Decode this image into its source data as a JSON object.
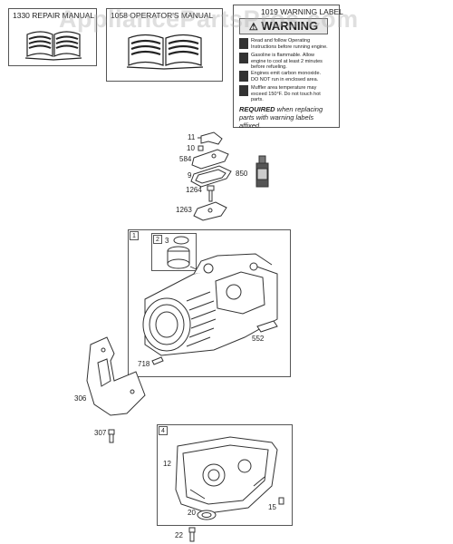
{
  "watermark": "AppliancePartsPros.com",
  "manual_boxes": [
    {
      "number": "1330",
      "title": "REPAIR MANUAL"
    },
    {
      "number": "1058",
      "title": "OPERATOR'S MANUAL"
    }
  ],
  "warning_label": {
    "number": "1019",
    "title": "WARNING LABEL",
    "header": "WARNING",
    "rows": [
      "Read and follow Operating Instructions before running engine.",
      "Gasoline is flammable. Allow engine to cool at least 2 minutes before refueling.",
      "Engines emit carbon monoxide. DO NOT run in enclosed area.",
      "Muffler area temperature may exceed 150°F. Do not touch hot parts."
    ],
    "required_bold": "REQUIRED",
    "required_text": " when replacing parts with warning labels affixed."
  },
  "parts": [
    {
      "id": "11",
      "label": "11"
    },
    {
      "id": "10",
      "label": "10"
    },
    {
      "id": "584",
      "label": "584"
    },
    {
      "id": "9",
      "label": "9"
    },
    {
      "id": "850",
      "label": "850"
    },
    {
      "id": "1264",
      "label": "1264"
    },
    {
      "id": "1263",
      "label": "1263"
    },
    {
      "id": "552",
      "label": "552"
    },
    {
      "id": "718",
      "label": "718"
    },
    {
      "id": "306",
      "label": "306"
    },
    {
      "id": "307",
      "label": "307"
    },
    {
      "id": "12",
      "label": "12"
    },
    {
      "id": "15",
      "label": "15"
    },
    {
      "id": "20",
      "label": "20"
    },
    {
      "id": "22",
      "label": "22"
    }
  ],
  "group_boxes": [
    {
      "tag": "1"
    },
    {
      "tag": "2",
      "inner": "3"
    },
    {
      "tag": "4"
    }
  ]
}
